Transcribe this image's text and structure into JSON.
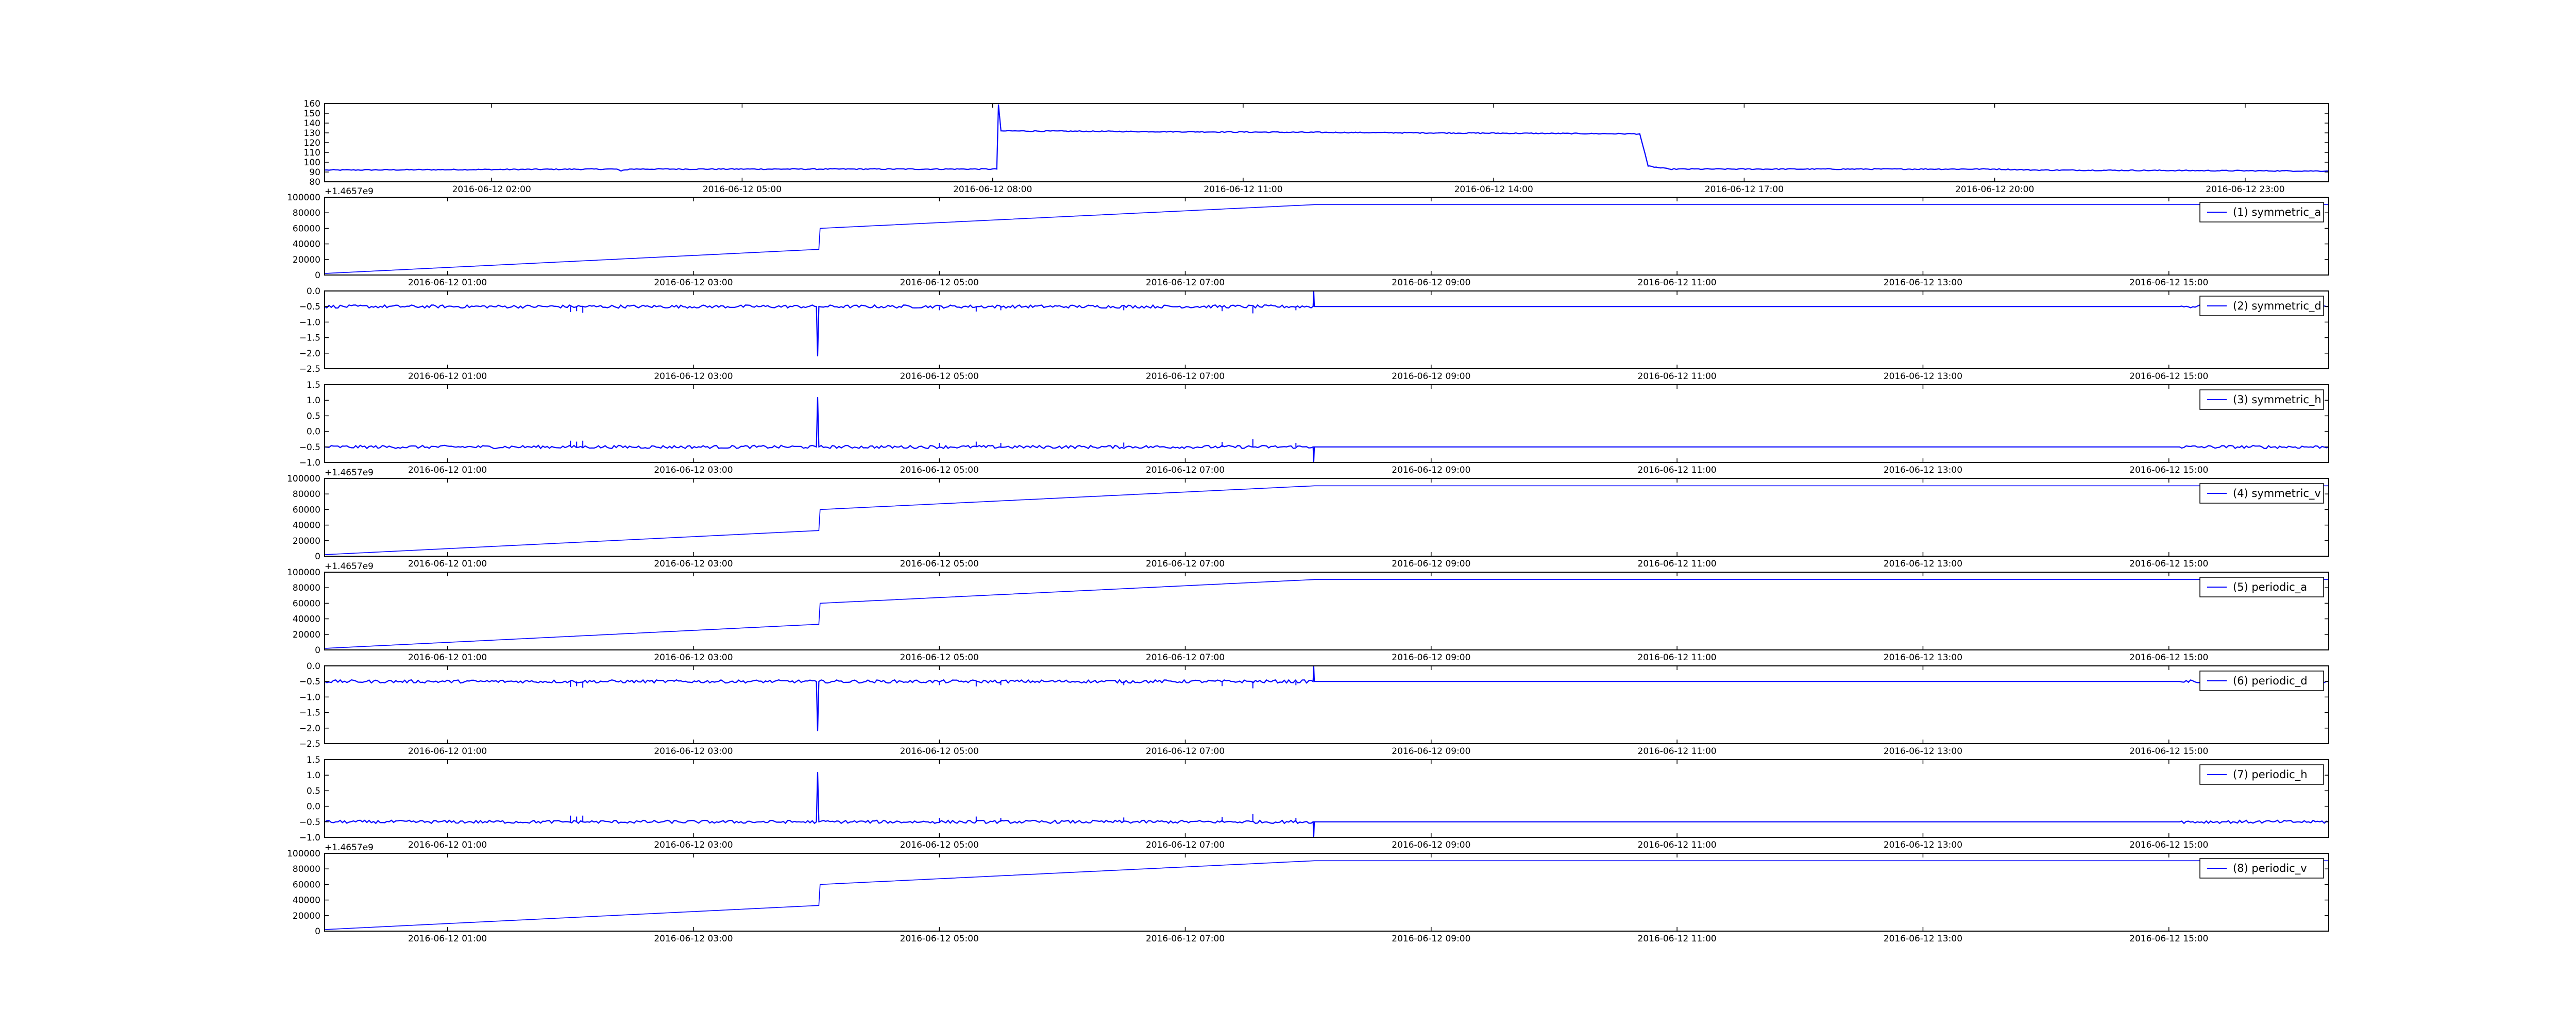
{
  "figure": {
    "background": "#ffffff",
    "line_color": "#0000ff"
  },
  "chart_data": [
    {
      "type": "line",
      "name": "",
      "offset_text": "",
      "ylim": [
        80,
        160
      ],
      "yticks": [
        80,
        90,
        100,
        110,
        120,
        130,
        140,
        150,
        160
      ],
      "ytick_labels": [
        "80",
        "90",
        "100",
        "110",
        "120",
        "130",
        "140",
        "150",
        "160"
      ],
      "xlim": [
        0,
        24
      ],
      "xticks": [
        2,
        5,
        8,
        11,
        14,
        17,
        20,
        23
      ],
      "xtick_labels": [
        "2016-06-12 02:00",
        "2016-06-12 05:00",
        "2016-06-12 08:00",
        "2016-06-12 11:00",
        "2016-06-12 14:00",
        "2016-06-12 17:00",
        "2016-06-12 20:00",
        "2016-06-12 23:00"
      ],
      "noise": 0.5,
      "points": [
        [
          0,
          92
        ],
        [
          3.5,
          93
        ],
        [
          3.55,
          91
        ],
        [
          3.65,
          93
        ],
        [
          8.05,
          93
        ],
        [
          8.07,
          159
        ],
        [
          8.1,
          132
        ],
        [
          15.75,
          129
        ],
        [
          15.85,
          96
        ],
        [
          16.1,
          93
        ],
        [
          20,
          93
        ],
        [
          20.5,
          92
        ],
        [
          24,
          91
        ]
      ]
    },
    {
      "type": "line",
      "name": "(1) symmetric_a",
      "offset_text": "+1.4657e9",
      "ylim": [
        0,
        100000
      ],
      "yticks": [
        0,
        20000,
        40000,
        60000,
        80000,
        100000
      ],
      "ytick_labels": [
        "0",
        "20000",
        "40000",
        "60000",
        "80000",
        "100000"
      ],
      "xlim": [
        0,
        16.3
      ],
      "xticks": [
        1,
        3,
        5,
        7,
        9,
        11,
        13,
        15
      ],
      "xtick_labels": [
        "2016-06-12 01:00",
        "2016-06-12 03:00",
        "2016-06-12 05:00",
        "2016-06-12 07:00",
        "2016-06-12 09:00",
        "2016-06-12 11:00",
        "2016-06-12 13:00",
        "2016-06-12 15:00"
      ],
      "noise": 0,
      "points": [
        [
          0,
          2000
        ],
        [
          4.02,
          33000
        ],
        [
          4.03,
          60000
        ],
        [
          8.05,
          90500
        ],
        [
          16.3,
          90500
        ]
      ]
    },
    {
      "type": "line",
      "name": "(2) symmetric_d",
      "offset_text": "",
      "ylim": [
        -2.5,
        0.0
      ],
      "yticks": [
        -2.5,
        -2.0,
        -1.5,
        -1.0,
        -0.5,
        0.0
      ],
      "ytick_labels": [
        "−2.5",
        "−2.0",
        "−1.5",
        "−1.0",
        "−0.5",
        "0.0"
      ],
      "xlim": [
        0,
        16.3
      ],
      "xticks": [
        1,
        3,
        5,
        7,
        9,
        11,
        13,
        15
      ],
      "xtick_labels": [
        "2016-06-12 01:00",
        "2016-06-12 03:00",
        "2016-06-12 05:00",
        "2016-06-12 07:00",
        "2016-06-12 09:00",
        "2016-06-12 11:00",
        "2016-06-12 13:00",
        "2016-06-12 15:00"
      ],
      "noise": 0.05,
      "points": [
        [
          0,
          -0.5
        ],
        [
          4.0,
          -0.5
        ],
        [
          4.01,
          -2.1
        ],
        [
          4.02,
          -0.5
        ],
        [
          8.04,
          -0.5
        ],
        [
          8.045,
          0.0
        ],
        [
          8.05,
          -0.5
        ],
        [
          16.3,
          -0.5
        ]
      ],
      "spikes": [
        [
          2.0,
          -0.68
        ],
        [
          2.05,
          -0.65
        ],
        [
          2.1,
          -0.7
        ],
        [
          5.0,
          -0.62
        ],
        [
          5.3,
          -0.66
        ],
        [
          5.5,
          -0.62
        ],
        [
          6.5,
          -0.62
        ],
        [
          7.3,
          -0.65
        ],
        [
          7.55,
          -0.72
        ],
        [
          7.9,
          -0.62
        ]
      ]
    },
    {
      "type": "line",
      "name": "(3) symmetric_h",
      "offset_text": "",
      "ylim": [
        -1.0,
        1.5
      ],
      "yticks": [
        -1.0,
        -0.5,
        0.0,
        0.5,
        1.0,
        1.5
      ],
      "ytick_labels": [
        "−1.0",
        "−0.5",
        "0.0",
        "0.5",
        "1.0",
        "1.5"
      ],
      "xlim": [
        0,
        16.3
      ],
      "xticks": [
        1,
        3,
        5,
        7,
        9,
        11,
        13,
        15
      ],
      "xtick_labels": [
        "2016-06-12 01:00",
        "2016-06-12 03:00",
        "2016-06-12 05:00",
        "2016-06-12 07:00",
        "2016-06-12 09:00",
        "2016-06-12 11:00",
        "2016-06-12 13:00",
        "2016-06-12 15:00"
      ],
      "noise": 0.05,
      "points": [
        [
          0,
          -0.5
        ],
        [
          4.0,
          -0.5
        ],
        [
          4.01,
          1.1
        ],
        [
          4.02,
          -0.5
        ],
        [
          8.04,
          -0.5
        ],
        [
          8.045,
          -1.0
        ],
        [
          8.05,
          -0.5
        ],
        [
          16.3,
          -0.5
        ]
      ],
      "spikes": [
        [
          2.0,
          -0.3
        ],
        [
          2.05,
          -0.33
        ],
        [
          2.1,
          -0.3
        ],
        [
          5.0,
          -0.37
        ],
        [
          5.3,
          -0.33
        ],
        [
          5.5,
          -0.37
        ],
        [
          6.5,
          -0.36
        ],
        [
          7.3,
          -0.34
        ],
        [
          7.55,
          -0.25
        ],
        [
          7.9,
          -0.37
        ]
      ]
    },
    {
      "type": "line",
      "name": "(4) symmetric_v",
      "offset_text": "+1.4657e9",
      "ylim": [
        0,
        100000
      ],
      "yticks": [
        0,
        20000,
        40000,
        60000,
        80000,
        100000
      ],
      "ytick_labels": [
        "0",
        "20000",
        "40000",
        "60000",
        "80000",
        "100000"
      ],
      "xlim": [
        0,
        16.3
      ],
      "xticks": [
        1,
        3,
        5,
        7,
        9,
        11,
        13,
        15
      ],
      "xtick_labels": [
        "2016-06-12 01:00",
        "2016-06-12 03:00",
        "2016-06-12 05:00",
        "2016-06-12 07:00",
        "2016-06-12 09:00",
        "2016-06-12 11:00",
        "2016-06-12 13:00",
        "2016-06-12 15:00"
      ],
      "noise": 0,
      "points": [
        [
          0,
          2000
        ],
        [
          4.02,
          33000
        ],
        [
          4.03,
          60000
        ],
        [
          8.05,
          90500
        ],
        [
          16.3,
          90500
        ]
      ]
    },
    {
      "type": "line",
      "name": "(5) periodic_a",
      "offset_text": "+1.4657e9",
      "ylim": [
        0,
        100000
      ],
      "yticks": [
        0,
        20000,
        40000,
        60000,
        80000,
        100000
      ],
      "ytick_labels": [
        "0",
        "20000",
        "40000",
        "60000",
        "80000",
        "100000"
      ],
      "xlim": [
        0,
        16.3
      ],
      "xticks": [
        1,
        3,
        5,
        7,
        9,
        11,
        13,
        15
      ],
      "xtick_labels": [
        "2016-06-12 01:00",
        "2016-06-12 03:00",
        "2016-06-12 05:00",
        "2016-06-12 07:00",
        "2016-06-12 09:00",
        "2016-06-12 11:00",
        "2016-06-12 13:00",
        "2016-06-12 15:00"
      ],
      "noise": 0,
      "points": [
        [
          0,
          2000
        ],
        [
          4.02,
          33000
        ],
        [
          4.03,
          60000
        ],
        [
          8.05,
          90500
        ],
        [
          16.3,
          90500
        ]
      ]
    },
    {
      "type": "line",
      "name": "(6) periodic_d",
      "offset_text": "",
      "ylim": [
        -2.5,
        0.0
      ],
      "yticks": [
        -2.5,
        -2.0,
        -1.5,
        -1.0,
        -0.5,
        0.0
      ],
      "ytick_labels": [
        "−2.5",
        "−2.0",
        "−1.5",
        "−1.0",
        "−0.5",
        "0.0"
      ],
      "xlim": [
        0,
        16.3
      ],
      "xticks": [
        1,
        3,
        5,
        7,
        9,
        11,
        13,
        15
      ],
      "xtick_labels": [
        "2016-06-12 01:00",
        "2016-06-12 03:00",
        "2016-06-12 05:00",
        "2016-06-12 07:00",
        "2016-06-12 09:00",
        "2016-06-12 11:00",
        "2016-06-12 13:00",
        "2016-06-12 15:00"
      ],
      "noise": 0.05,
      "points": [
        [
          0,
          -0.5
        ],
        [
          4.0,
          -0.5
        ],
        [
          4.01,
          -2.1
        ],
        [
          4.02,
          -0.5
        ],
        [
          8.04,
          -0.5
        ],
        [
          8.045,
          0.0
        ],
        [
          8.05,
          -0.5
        ],
        [
          16.3,
          -0.5
        ]
      ],
      "spikes": [
        [
          2.0,
          -0.68
        ],
        [
          2.05,
          -0.65
        ],
        [
          2.1,
          -0.7
        ],
        [
          5.0,
          -0.62
        ],
        [
          5.3,
          -0.66
        ],
        [
          5.5,
          -0.62
        ],
        [
          6.5,
          -0.62
        ],
        [
          7.3,
          -0.65
        ],
        [
          7.55,
          -0.72
        ],
        [
          7.9,
          -0.62
        ]
      ]
    },
    {
      "type": "line",
      "name": "(7) periodic_h",
      "offset_text": "",
      "ylim": [
        -1.0,
        1.5
      ],
      "yticks": [
        -1.0,
        -0.5,
        0.0,
        0.5,
        1.0,
        1.5
      ],
      "ytick_labels": [
        "−1.0",
        "−0.5",
        "0.0",
        "0.5",
        "1.0",
        "1.5"
      ],
      "xlim": [
        0,
        16.3
      ],
      "xticks": [
        1,
        3,
        5,
        7,
        9,
        11,
        13,
        15
      ],
      "xtick_labels": [
        "2016-06-12 01:00",
        "2016-06-12 03:00",
        "2016-06-12 05:00",
        "2016-06-12 07:00",
        "2016-06-12 09:00",
        "2016-06-12 11:00",
        "2016-06-12 13:00",
        "2016-06-12 15:00"
      ],
      "noise": 0.05,
      "points": [
        [
          0,
          -0.5
        ],
        [
          4.0,
          -0.5
        ],
        [
          4.01,
          1.1
        ],
        [
          4.02,
          -0.5
        ],
        [
          8.04,
          -0.5
        ],
        [
          8.045,
          -1.0
        ],
        [
          8.05,
          -0.5
        ],
        [
          16.3,
          -0.5
        ]
      ],
      "spikes": [
        [
          2.0,
          -0.3
        ],
        [
          2.05,
          -0.33
        ],
        [
          2.1,
          -0.3
        ],
        [
          5.0,
          -0.37
        ],
        [
          5.3,
          -0.33
        ],
        [
          5.5,
          -0.37
        ],
        [
          6.5,
          -0.36
        ],
        [
          7.3,
          -0.34
        ],
        [
          7.55,
          -0.25
        ],
        [
          7.9,
          -0.37
        ]
      ]
    },
    {
      "type": "line",
      "name": "(8) periodic_v",
      "offset_text": "+1.4657e9",
      "ylim": [
        0,
        100000
      ],
      "yticks": [
        0,
        20000,
        40000,
        60000,
        80000,
        100000
      ],
      "ytick_labels": [
        "0",
        "20000",
        "40000",
        "60000",
        "80000",
        "100000"
      ],
      "xlim": [
        0,
        16.3
      ],
      "xticks": [
        1,
        3,
        5,
        7,
        9,
        11,
        13,
        15
      ],
      "xtick_labels": [
        "2016-06-12 01:00",
        "2016-06-12 03:00",
        "2016-06-12 05:00",
        "2016-06-12 07:00",
        "2016-06-12 09:00",
        "2016-06-12 11:00",
        "2016-06-12 13:00",
        "2016-06-12 15:00"
      ],
      "noise": 0,
      "points": [
        [
          0,
          2000
        ],
        [
          4.02,
          33000
        ],
        [
          4.03,
          60000
        ],
        [
          8.05,
          90500
        ],
        [
          16.3,
          90500
        ]
      ]
    }
  ]
}
